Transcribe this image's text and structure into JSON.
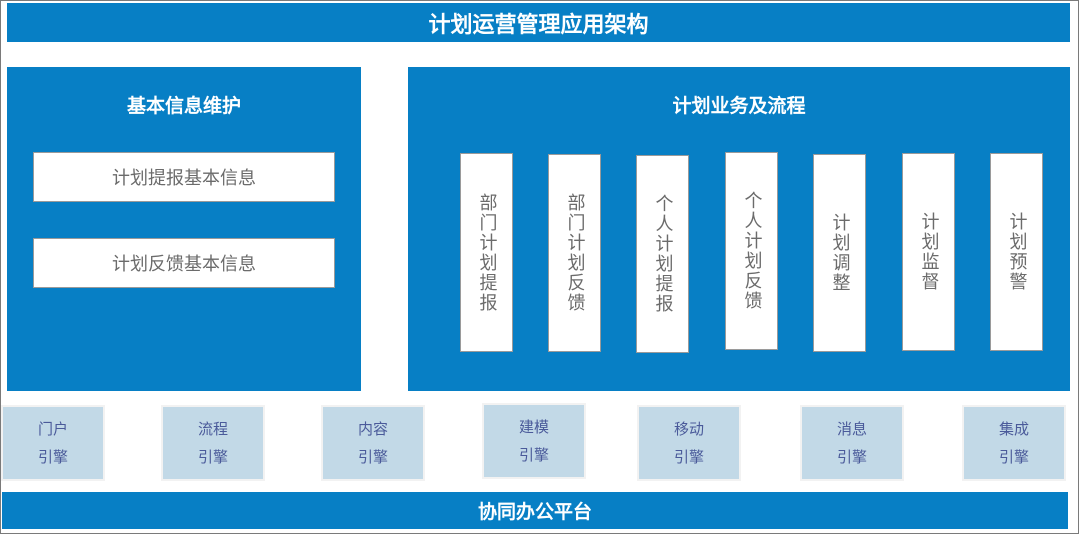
{
  "title": "计划运营管理应用架构",
  "colors": {
    "primary_blue": "#077fc5",
    "engine_bg": "#c2d9e7",
    "engine_text": "#4a5a9a",
    "box_text": "#6b6b6b"
  },
  "left_panel": {
    "title": "基本信息维护",
    "items": [
      {
        "label": "计划提报基本信息"
      },
      {
        "label": "计划反馈基本信息"
      }
    ]
  },
  "right_panel": {
    "title": "计划业务及流程",
    "items": [
      {
        "label": "部门计划提报"
      },
      {
        "label": "部门计划反馈"
      },
      {
        "label": "个人计划提报"
      },
      {
        "label": "个人计划反馈"
      },
      {
        "label": "计划调整"
      },
      {
        "label": "计划监督"
      },
      {
        "label": "计划预警"
      }
    ]
  },
  "engines": [
    {
      "line1": "门户",
      "line2": "引擎"
    },
    {
      "line1": "流程",
      "line2": "引擎"
    },
    {
      "line1": "内容",
      "line2": "引擎"
    },
    {
      "line1": "建模",
      "line2": "引擎"
    },
    {
      "line1": "移动",
      "line2": "引擎"
    },
    {
      "line1": "消息",
      "line2": "引擎"
    },
    {
      "line1": "集成",
      "line2": "引擎"
    }
  ],
  "footer": {
    "label": "协同办公平台"
  }
}
